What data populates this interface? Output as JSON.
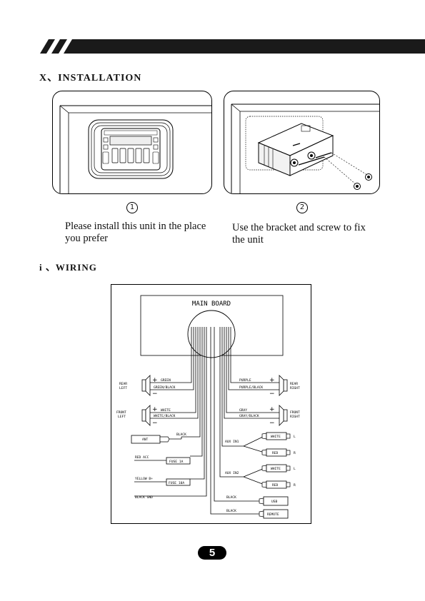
{
  "header": {
    "accent_color": "#1a1a1a"
  },
  "installation": {
    "title": "X、INSTALLATION",
    "step1": {
      "number": "①",
      "caption": "Please install this unit in the place you prefer"
    },
    "step2": {
      "number": "②",
      "caption": "Use the bracket and screw to fix the unit"
    }
  },
  "wiring": {
    "title": "i 、WIRING",
    "main_board": "MAIN BOARD",
    "left": {
      "rear_left": "REAR LEFT",
      "front_left": "FRONT LEFT",
      "green": "GREEN",
      "green_black": "GREEN/BLACK",
      "white": "WHITE",
      "white_black": "WHITE/BLACK",
      "ant": "ANT",
      "black": "BLACK",
      "red_acc": "RED ACC",
      "fuse_1a": "FUSE 1A",
      "yellow_b": "YELLOW B+",
      "fuse_10a": "FUSE 10A",
      "black_gnd": "BLACK GND"
    },
    "right": {
      "rear_right": "REAR RIGHT",
      "front_right": "FRONT RIGHT",
      "purple": "PURPLE",
      "purple_black": "PURPLE/BLACK",
      "gray": "GRAY",
      "gray_black": "GRAY/BLACK",
      "aux_in1": "AUX IN1",
      "aux_in2": "AUX IN2",
      "white": "WHITE",
      "red": "RED",
      "l": "L",
      "r": "R",
      "black": "BLACK",
      "usb": "USB",
      "remote": "REMOTE"
    }
  },
  "page_number": "5"
}
